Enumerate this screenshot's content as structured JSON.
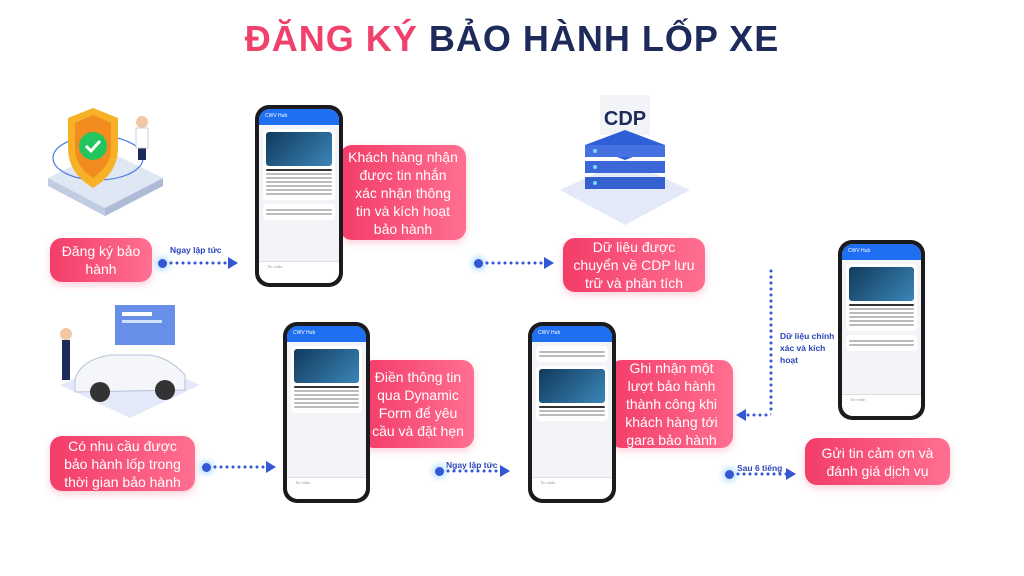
{
  "title": {
    "part1": "ĐĂNG KÝ",
    "part2": "BẢO HÀNH LỐP XE"
  },
  "colors": {
    "accent": "#f0416c",
    "navy": "#1e2a5a",
    "arrow": "#3457d5"
  },
  "steps": [
    {
      "text": "Đăng ký bảo hành"
    },
    {
      "text": "Khách hàng nhận được tin nhắn xác nhận thông tin và kích hoạt bảo hành"
    },
    {
      "text": "Dữ liệu được chuyển về CDP lưu trữ và phân tích"
    },
    {
      "text": "Có nhu cầu được bảo hành lốp trong thời gian bảo hành"
    },
    {
      "text": "Điền thông tin qua Dynamic Form để yêu cầu và đặt hẹn"
    },
    {
      "text": "Ghi nhận một lượt bảo hành thành công khi khách hàng tới gara bảo hành"
    },
    {
      "text": "Gửi tin cảm ơn và đánh giá dịch vụ"
    }
  ],
  "arrows": {
    "immediately_1": "Ngay lập tức",
    "immediately_2": "Ngay lập tức",
    "data_accurate": "Dữ liệu chính xác và kích hoạt",
    "after_6h": "Sau 6 tiếng"
  },
  "cdp_label": "CDP",
  "phone": {
    "header": "CWV Hub",
    "input_placeholder": "Tin nhắn"
  },
  "icons": [
    "shield-check-icon",
    "server-database-icon",
    "car-icon"
  ]
}
